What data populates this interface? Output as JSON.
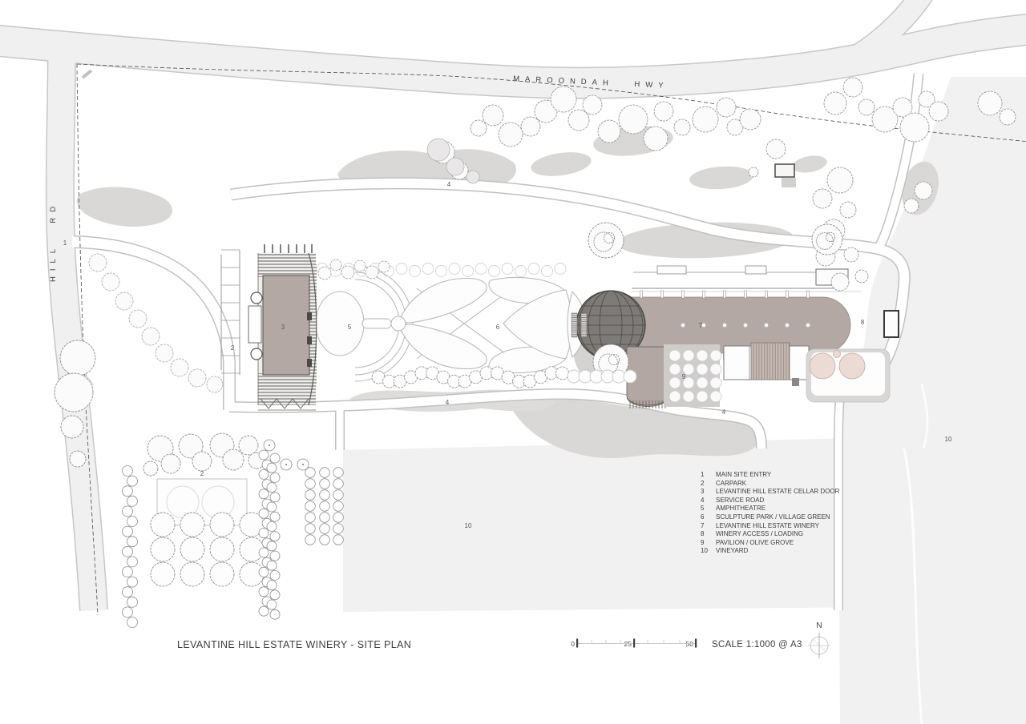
{
  "plan": {
    "streets": {
      "maroondah": "MAROONDAH HWY",
      "hill": "HILL RD"
    },
    "markers": [
      {
        "label": "1"
      },
      {
        "label": "2"
      },
      {
        "label": "2"
      },
      {
        "label": "3"
      },
      {
        "label": "4"
      },
      {
        "label": "5"
      },
      {
        "label": "6"
      },
      {
        "label": "4"
      },
      {
        "label": "7"
      },
      {
        "label": "8"
      },
      {
        "label": "9"
      },
      {
        "label": "4"
      },
      {
        "label": "10"
      },
      {
        "label": "10"
      }
    ]
  },
  "legend": {
    "items": [
      {
        "num": "1",
        "label": "MAIN SITE ENTRY"
      },
      {
        "num": "2",
        "label": "CARPARK"
      },
      {
        "num": "3",
        "label": "LEVANTINE HILL ESTATE CELLAR DOOR"
      },
      {
        "num": "4",
        "label": "SERVICE ROAD"
      },
      {
        "num": "5",
        "label": "AMPHITHEATRE"
      },
      {
        "num": "6",
        "label": "SCULPTURE PARK / VILLAGE GREEN"
      },
      {
        "num": "7",
        "label": "LEVANTINE HILL ESTATE WINERY"
      },
      {
        "num": "8",
        "label": "WINERY ACCESS / LOADING"
      },
      {
        "num": "9",
        "label": "PAVILION / OLIVE GROVE"
      },
      {
        "num": "10",
        "label": "VINEYARD"
      }
    ]
  },
  "titleblock": {
    "title": "LEVANTINE HILL ESTATE WINERY - SITE PLAN",
    "scale_text": "SCALE 1:1000 @ A3",
    "north_label": "N",
    "scalebar_ticks": [
      "0",
      "25",
      "50"
    ]
  },
  "colors": {
    "building": "#b4a8a4",
    "road_fill": "#f1f0f0",
    "road_casing": "#c8c6c6",
    "landscape": "#dad7d7",
    "vineyard": "#f2f1f1",
    "tank": "#ecdad4",
    "dome": "#7d7a78"
  }
}
